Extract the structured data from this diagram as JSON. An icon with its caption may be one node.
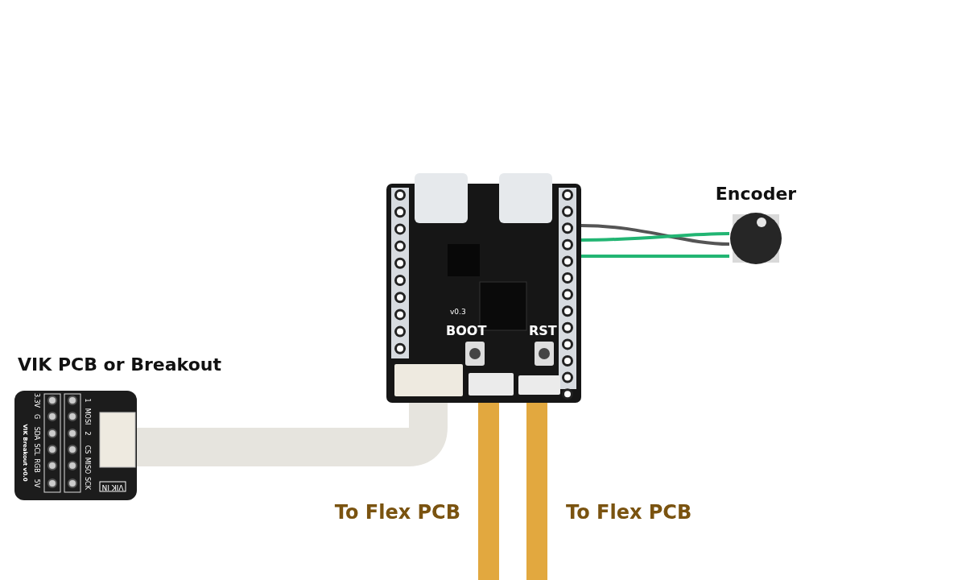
{
  "diagram": {
    "nodes": [
      {
        "text": [
          "v0.3",
          "BOOT",
          "RST"
        ]
      },
      {
        "text": [
          "Encoder"
        ]
      },
      {
        "text": [
          "VIK PCB or Breakout",
          "3.3V",
          "G",
          "SDA",
          "SCL",
          "RGB",
          "5V",
          "1",
          "MOSI",
          "2",
          "CS",
          "MISO",
          "SCK",
          "VIK IN",
          "VIK Breakout v0.0"
        ]
      }
    ],
    "edges": [
      {
        "from": 0,
        "to": 1,
        "arrow": "none",
        "color": "#555555"
      },
      {
        "from": 0,
        "to": 1,
        "arrow": "none",
        "color": "#22b573"
      },
      {
        "from": 0,
        "to": 1,
        "arrow": "none",
        "color": "#22b573"
      },
      {
        "from": 0,
        "to": 2,
        "arrow": "none",
        "style": "thick",
        "color": "#e6e4de"
      },
      {
        "from": 0,
        "to": null,
        "arrow": "none",
        "style": "thick",
        "color": "#e2a83f",
        "label": "To Flex PCB"
      },
      {
        "from": 0,
        "to": null,
        "arrow": "none",
        "style": "thick",
        "color": "#e2a83f",
        "label": "To Flex PCB"
      }
    ]
  }
}
